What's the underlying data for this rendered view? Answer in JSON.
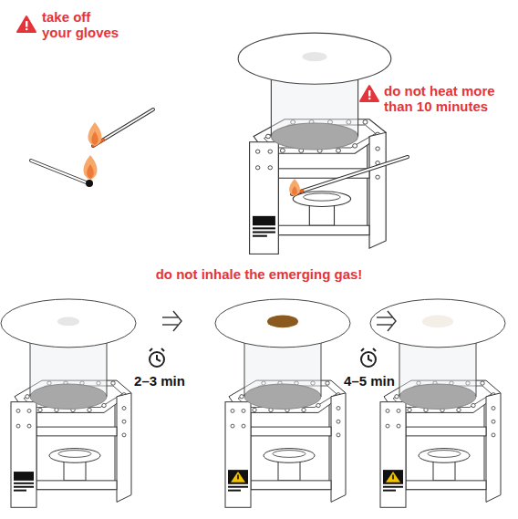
{
  "diagram": {
    "labels": [
      "take off your gloves",
      "do not heat more than 10 minutes",
      "do not inhale the emerging gas!",
      "2–3 min",
      "4–5 min"
    ]
  }
}
